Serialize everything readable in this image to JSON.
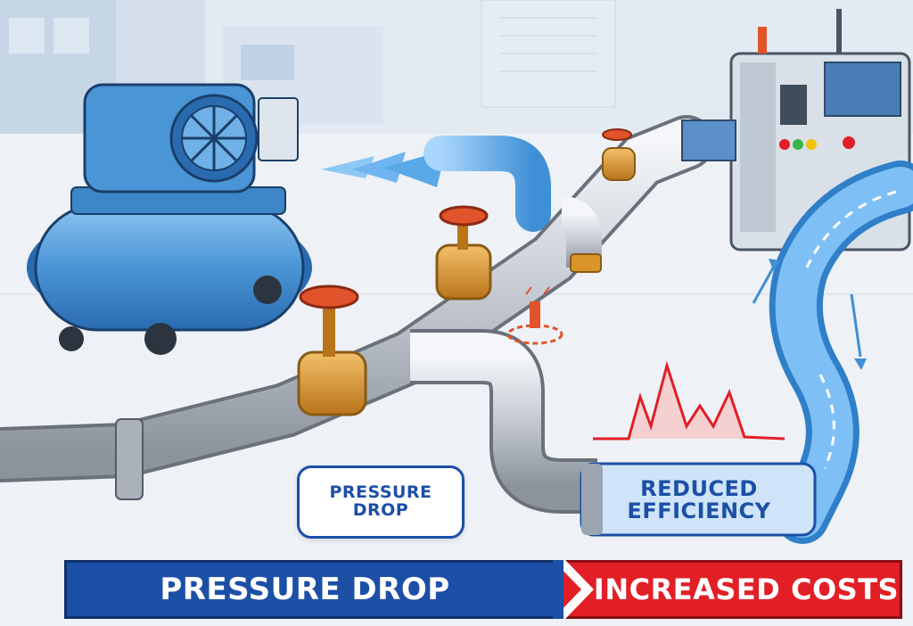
{
  "labels": {
    "pressure_drop_badge": [
      "PRESSURE",
      "DROP"
    ],
    "reduced_efficiency_badge": [
      "REDUCED",
      "EFFICIENCY"
    ]
  },
  "banner": {
    "left_text": "PRESSURE DROP",
    "right_text": "INCREASED COSTS"
  },
  "colors": {
    "brand_blue": "#1c4fa6",
    "alert_red": "#e21f26",
    "flow_blue": "#5aa9e6",
    "pipe_gray": "#c9ced6",
    "valve_brass": "#d9952b",
    "valve_wheel": "#e0532b"
  },
  "icons": [
    "air-compressor-icon",
    "pipe-network-icon",
    "valve-icon",
    "leak-icon",
    "pressure-spike-graph-icon",
    "control-cabinet-icon",
    "airflow-stream-icon"
  ]
}
